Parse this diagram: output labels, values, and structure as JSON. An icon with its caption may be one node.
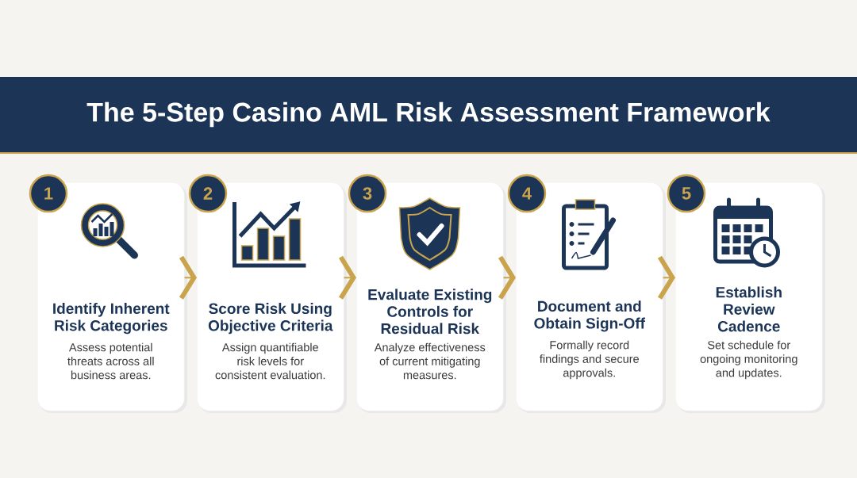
{
  "diagram": {
    "title": "The 5-Step Casino AML Risk Assessment Framework",
    "nodes": [
      {
        "text": [
          "1"
        ]
      },
      {
        "text": [
          "Identify Inherent Risk Categories",
          "Assess potential threats across all business areas."
        ]
      },
      {
        "text": [
          "2"
        ]
      },
      {
        "text": [
          "Score Risk Using Objective Criteria",
          "Assign quantifiable risk levels for consistent evaluation."
        ]
      },
      {
        "text": [
          "3"
        ]
      },
      {
        "text": [
          "Evaluate Existing Controls for Residual Risk",
          "Analyze effectiveness of current mitigating measures."
        ]
      },
      {
        "text": [
          "4"
        ]
      },
      {
        "text": [
          "Document and Obtain Sign-Off",
          "Formally record findings and secure approvals."
        ]
      },
      {
        "text": [
          "5"
        ]
      },
      {
        "text": [
          "Establish Review Cadence",
          "Set schedule for ongoing monitoring and updates."
        ]
      }
    ],
    "edges": [
      {
        "from": 1,
        "to": 3,
        "arrow": "to"
      },
      {
        "from": 3,
        "to": 5,
        "arrow": "to"
      },
      {
        "from": 5,
        "to": 7,
        "arrow": "to"
      },
      {
        "from": 7,
        "to": 9,
        "arrow": "to"
      }
    ]
  }
}
